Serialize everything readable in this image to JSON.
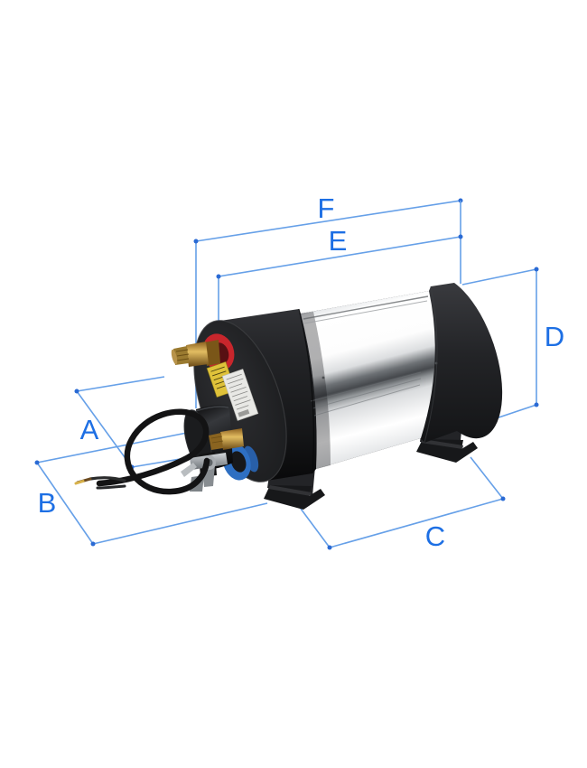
{
  "diagram": {
    "product_image": "marine-water-heater-isometric-photo",
    "dimension_labels": {
      "A": "A",
      "B": "B",
      "C": "C",
      "D": "D",
      "E": "E",
      "F": "F"
    },
    "colors": {
      "background": "#ffffff",
      "dimension_line": "#66a0e8",
      "dimension_dot": "#2a6ad4",
      "dimension_label": "#1d6fe4",
      "tank_black": "#1e1f21",
      "stainless_light": "#ffffff",
      "stainless_dark": "#46494d",
      "red_ring": "#c8262c",
      "warning_label_yellow": "#dfc23a",
      "spec_label_white": "#e8e8e5",
      "brass_fitting": "#caa04a",
      "drain_ring_blue": "#2e6fc2"
    }
  }
}
